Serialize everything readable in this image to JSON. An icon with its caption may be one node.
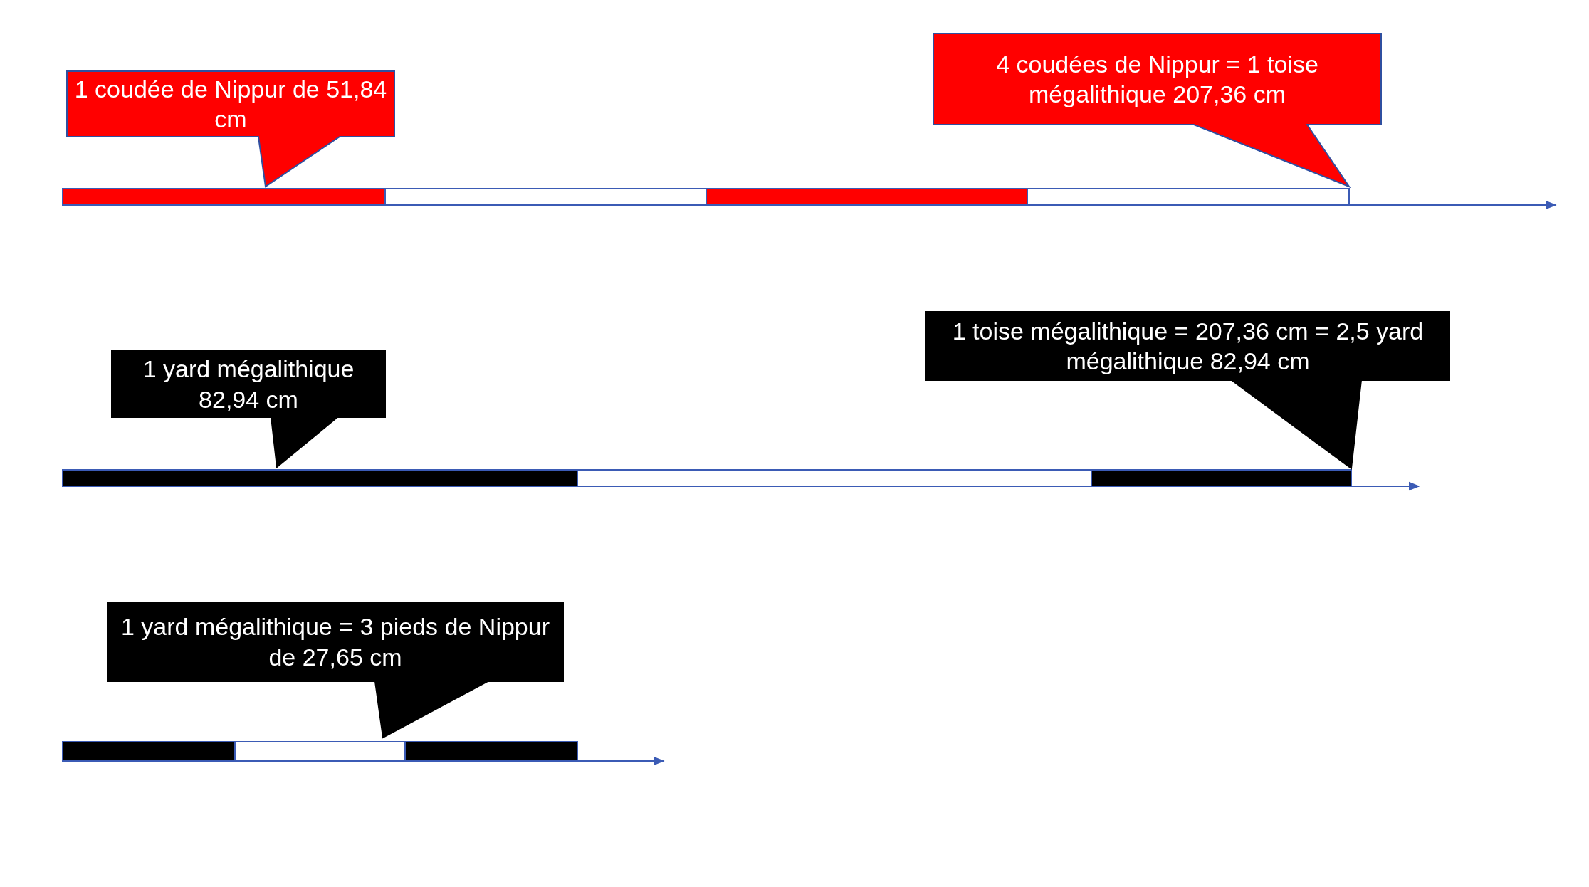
{
  "diagram": {
    "nodes": [
      {
        "text": [
          "1 coudée de Nippur de 51,84 cm"
        ]
      },
      {
        "text": [
          "4 coudées de Nippur =  1 toise mégalithique 207,36 cm"
        ]
      },
      {
        "text": [
          "1 yard mégalithique 82,94 cm"
        ]
      },
      {
        "text": [
          "1 toise mégalithique = 207,36 cm = 2,5 yard mégalithique 82,94 cm"
        ]
      },
      {
        "text": [
          "1 yard mégalithique  = 3 pieds de Nippur de 27,65 cm"
        ]
      }
    ]
  }
}
